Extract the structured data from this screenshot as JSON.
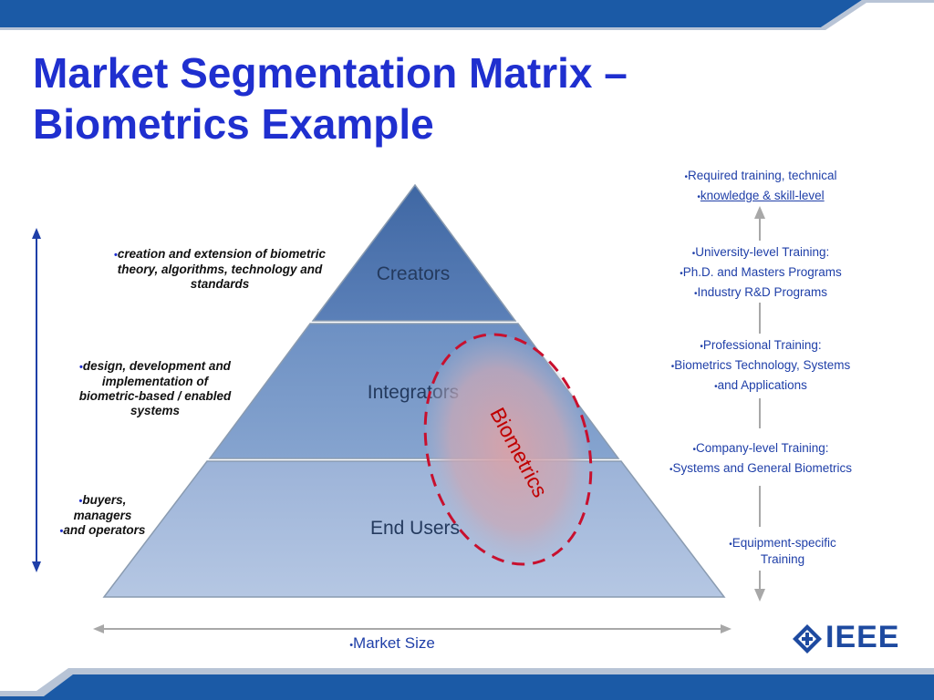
{
  "title": {
    "line1": "Market Segmentation Matrix –",
    "line2": "Biometrics Example"
  },
  "pyramid": {
    "tiers": [
      "Creators",
      "Integrators",
      "End Users"
    ],
    "overlay_label": "Biometrics"
  },
  "left_descriptions": [
    [
      "creation and extension of biometric",
      "theory, algorithms, technology and",
      "standards"
    ],
    [
      "design, development and",
      "implementation of",
      "biometric-based / enabled",
      "systems"
    ],
    [
      "buyers,",
      "managers",
      "and operators"
    ]
  ],
  "right_column": {
    "header": [
      "Required training, technical",
      "knowledge & skill-level"
    ],
    "levels": [
      [
        "University-level Training:",
        "Ph.D. and Masters Programs",
        "Industry R&D Programs"
      ],
      [
        "Professional Training:",
        "Biometrics Technology, Systems",
        "and Applications"
      ],
      [
        "Company-level Training:",
        "Systems and General Biometrics"
      ],
      [
        "Equipment-specific",
        "Training"
      ]
    ]
  },
  "x_axis_label": "Market Size",
  "bullet": "•",
  "logo": {
    "text": "IEEE",
    "icon": "ieee-diamond-icon"
  },
  "colors": {
    "title": "#1f2fcf",
    "banner": "#1b5aa6",
    "pyramid_top": "#4f76ad",
    "pyramid_mid": "#7d9cc8",
    "pyramid_bottom": "#a9bfdd",
    "biometrics_text": "#c00000",
    "right_text": "#1f3fa8"
  }
}
